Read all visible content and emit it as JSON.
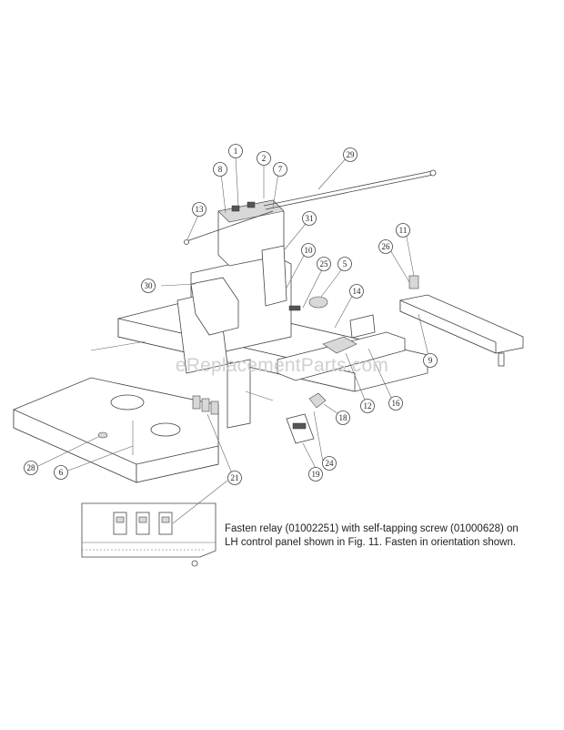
{
  "watermark": "eReplacementParts.com",
  "note": "Fasten relay (01002251) with self-tapping screw (01000628) on LH control panel shown in Fig. 11. Fasten in orientation shown.",
  "callouts": [
    {
      "label": "1"
    },
    {
      "label": "2"
    },
    {
      "label": "29"
    },
    {
      "label": "8"
    },
    {
      "label": "7"
    },
    {
      "label": "13"
    },
    {
      "label": "31"
    },
    {
      "label": "11"
    },
    {
      "label": "26"
    },
    {
      "label": "10"
    },
    {
      "label": "25"
    },
    {
      "label": "5"
    },
    {
      "label": "30"
    },
    {
      "label": "14"
    },
    {
      "label": "9"
    },
    {
      "label": "12"
    },
    {
      "label": "16"
    },
    {
      "label": "18"
    },
    {
      "label": "28"
    },
    {
      "label": "6"
    },
    {
      "label": "24"
    },
    {
      "label": "19"
    },
    {
      "label": "21"
    }
  ]
}
